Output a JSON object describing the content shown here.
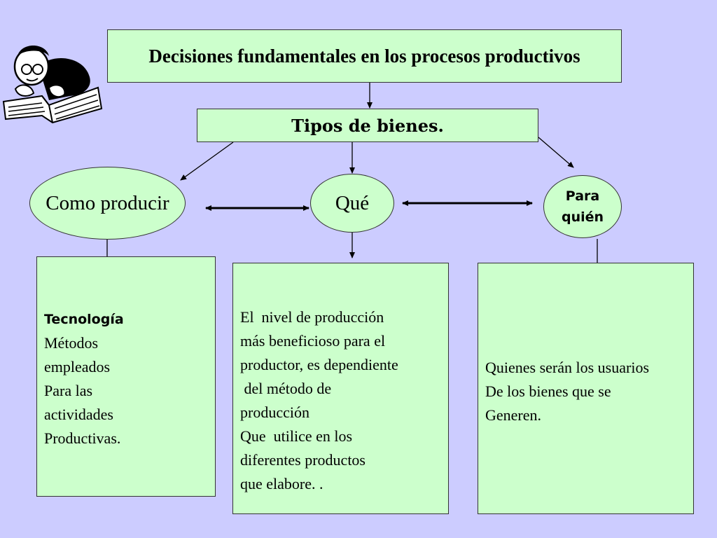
{
  "title": "Decisiones fundamentales en los procesos productivos",
  "subtitle": "Tipos de bienes.",
  "nodes": {
    "como": "Como producir",
    "que": "Qué",
    "para": "Para quién"
  },
  "boxes": {
    "tecnologia": {
      "heading": "Tecnología",
      "lines": [
        "Métodos",
        "empleados",
        "Para las",
        "actividades",
        "Productivas."
      ]
    },
    "produccion": {
      "lines": [
        "El  nivel de producción",
        "más beneficioso para el",
        "productor, es dependiente",
        " del método de",
        "producción",
        "Que  utilice en los",
        "diferentes productos",
        "que elabore. ."
      ]
    },
    "usuarios": {
      "lines": [
        "Quienes serán los usuarios",
        "De los bienes que se",
        "Generen."
      ]
    }
  },
  "icons": [
    "reading-person-clipart"
  ],
  "colors": {
    "background": "#ccccff",
    "shape_fill": "#ccffcc"
  }
}
